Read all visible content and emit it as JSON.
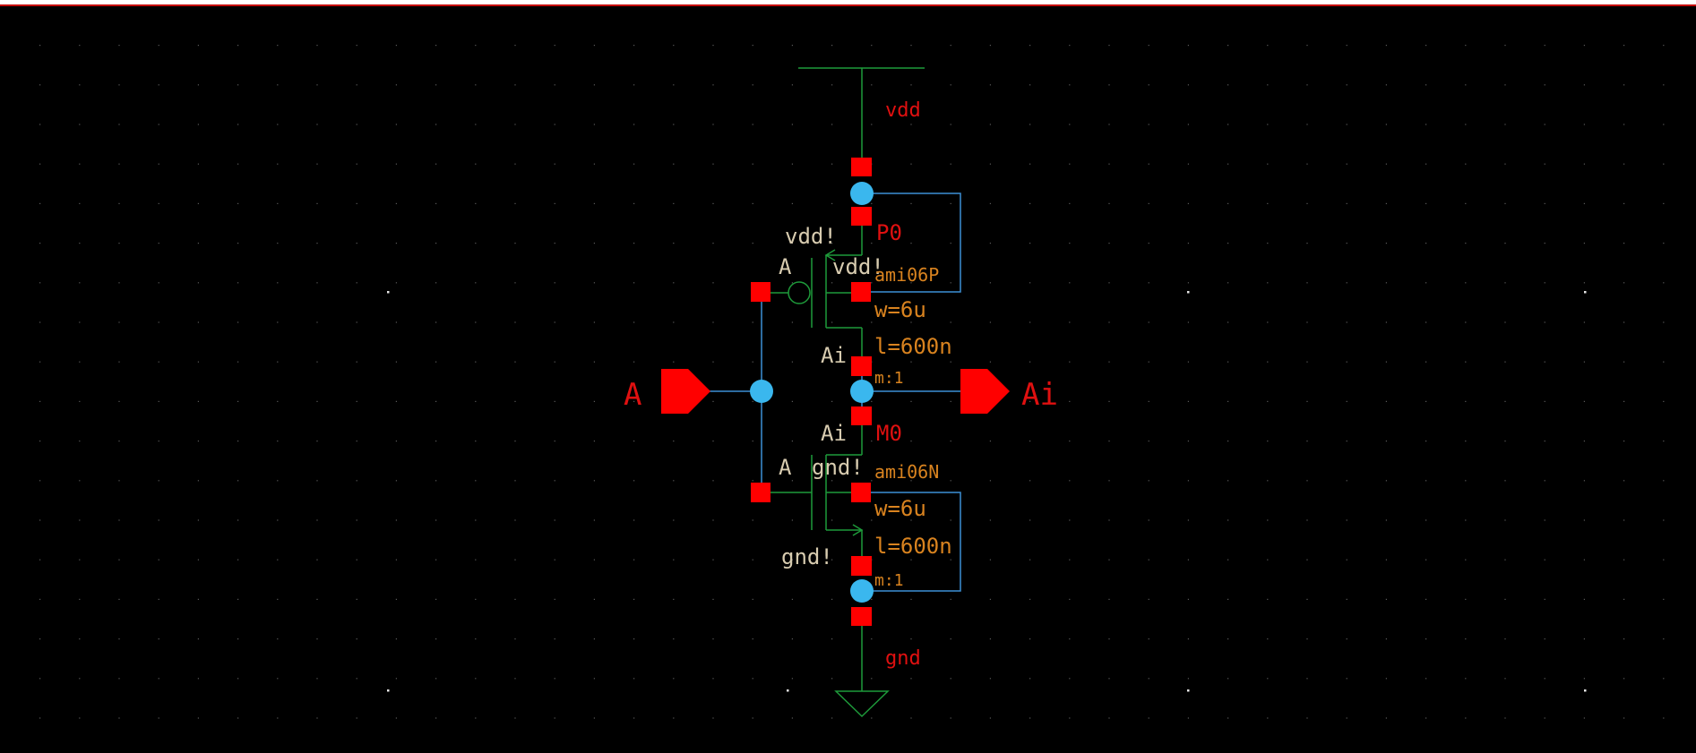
{
  "colors": {
    "background": "#000000",
    "wire": "#1e9a3a",
    "net_wire": "#3c8fd6",
    "pin": "#ff0000",
    "connection_dot": "#3ab7ee",
    "net_label": "#e01010",
    "instance_text": "#d9831f",
    "terminal_text": "#d8ccb0",
    "grid_dot": "#5a5a5a"
  },
  "labels": {
    "vdd": "vdd",
    "gnd": "gnd",
    "pin_in": "A",
    "pin_out": "Ai",
    "pmos_bulk": "vdd!",
    "pmos_gate": "A",
    "pmos_bulk2": "vdd!",
    "pmos_drain": "Ai",
    "pmos_name": "P0",
    "pmos_model": "ami06P",
    "pmos_w": "w=6u",
    "pmos_l": "l=600n",
    "pmos_m": "m:1",
    "nmos_drain": "Ai",
    "nmos_name": "M0",
    "nmos_gate": "A",
    "nmos_bulk": "gnd!",
    "nmos_model": "ami06N",
    "nmos_w": "w=6u",
    "nmos_l": "l=600n",
    "nmos_source": "gnd!",
    "nmos_m": "m:1"
  }
}
